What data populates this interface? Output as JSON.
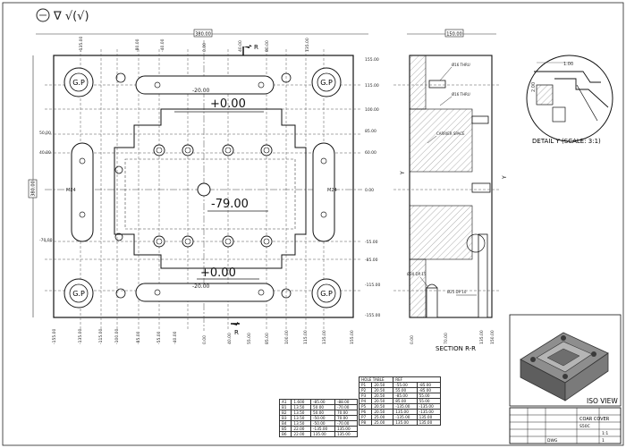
{
  "drawing": {
    "symbols": "∇ √(√)",
    "overall_dim_top": "380.00",
    "overall_dim_side": "150.00",
    "overall_dim_left": "380.00",
    "elevation_values": {
      "upper": "+0.00",
      "center": "-79.00",
      "lower": "+0.00",
      "upper_small": "-20.00",
      "lower_small": "-20.00"
    },
    "guide_pin_label": "G.P",
    "thread_label": "M24",
    "section_marker": "R",
    "right_ticks": [
      "155.00",
      "115.00",
      "100.00",
      "85.00",
      "60.00",
      "0.00",
      "-55.00",
      "-85.00",
      "-115.00",
      "-155.00"
    ],
    "left_ticks": [
      "50.00",
      "40.00",
      "-70.00"
    ],
    "bottom_ticks": [
      "-155.00",
      "-135.00",
      "-115.00",
      "-100.00",
      "-85.00",
      "-55.00",
      "-40.00",
      "0.00",
      "40.00",
      "55.00",
      "85.00",
      "100.00",
      "115.00",
      "135.00",
      "155.00"
    ],
    "top_ticks": [
      "-135.00",
      "-80.00",
      "-40.00",
      "0.00",
      "40.00",
      "80.00",
      "135.00"
    ],
    "side_bottom_ticks": [
      "0.00",
      "70.00",
      "135.00",
      "150.00"
    ],
    "section_callouts": [
      "Ø16 THRU",
      "Ø16 THRU",
      "CARRIER SPACE",
      "Ø30 DP 15",
      "Ø25 DP 10"
    ]
  },
  "section_label": "SECTION R-R",
  "detail_label": "DETAIL Y (SCALE: 3:1)",
  "iso_label": "ISO VIEW",
  "hole_table_left": {
    "rows": [
      [
        "A1",
        "1.600",
        "-85.00",
        "-88.00"
      ],
      [
        "B1",
        "13.50",
        "50.00",
        "-70.00"
      ],
      [
        "B2",
        "13.50",
        "50.00",
        "70.00"
      ],
      [
        "B3",
        "13.50",
        "-50.00",
        "70.00"
      ],
      [
        "B4",
        "13.50",
        "-50.00",
        "-70.00"
      ],
      [
        "B5",
        "22.00",
        "-135.00",
        "135.00"
      ],
      [
        "B6",
        "22.00",
        "135.00",
        "135.00"
      ]
    ]
  },
  "hole_table_right": {
    "header": [
      "HOLE TABLE",
      "REF"
    ],
    "rows": [
      [
        "P1",
        "20.50",
        "-55.00",
        "-85.00"
      ],
      [
        "P2",
        "20.50",
        "55.00",
        "-85.00"
      ],
      [
        "P3",
        "20.50",
        "-85.00",
        "55.00"
      ],
      [
        "P4",
        "20.50",
        "85.00",
        "55.00"
      ],
      [
        "P5",
        "20.50",
        "-135.00",
        "-135.00"
      ],
      [
        "P6",
        "20.50",
        "135.00",
        "-135.00"
      ],
      [
        "P7",
        "25.00",
        "-135.00",
        "135.00"
      ],
      [
        "P8",
        "25.00",
        "135.00",
        "135.00"
      ]
    ]
  },
  "title_block": {
    "title": "COAR COVER",
    "material": "S50C",
    "sheet": "1",
    "scale": "1:1",
    "drawing_no": "DWG"
  }
}
